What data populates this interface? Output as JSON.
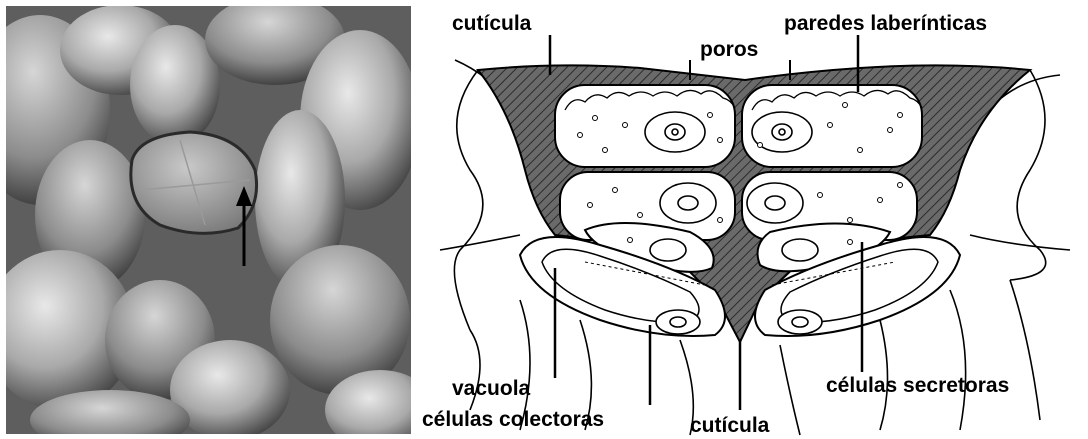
{
  "micrograph": {
    "arrow_icon": "up-arrow-icon"
  },
  "diagram": {
    "labels": {
      "cuticula_top": "cutícula",
      "poros": "poros",
      "paredes": "paredes laberínticas",
      "vacuola": "vacuola",
      "colectoras": "células colectoras",
      "cuticula_bottom": "cutícula",
      "secretoras": "células secretoras"
    }
  },
  "colors": {
    "cuticle_fill": "#555555",
    "micrograph_base": "#5e5e5e",
    "line": "#000000"
  }
}
